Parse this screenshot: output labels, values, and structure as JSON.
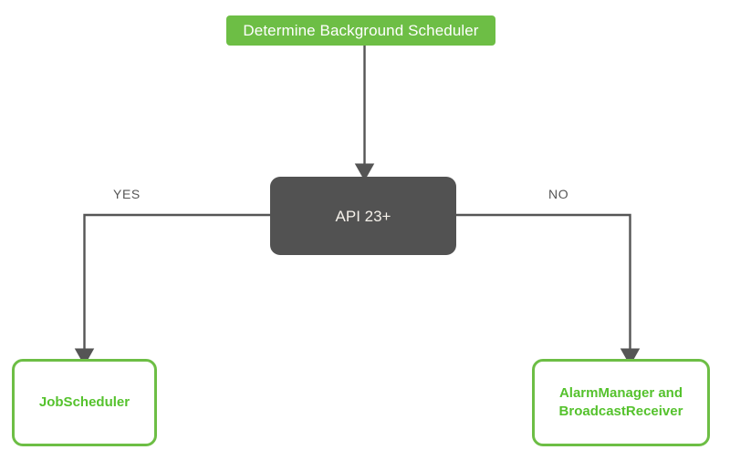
{
  "diagram": {
    "title": "Determine Background Scheduler decision flow",
    "colors": {
      "green_fill": "#6DBE45",
      "green_border": "#6DBE45",
      "green_text": "#55C22D",
      "dark_fill": "#525252",
      "connector": "#555555",
      "white_text": "#FFFFFF",
      "decision_text": "#F5F1EA",
      "background": "#FFFFFF"
    },
    "nodes": {
      "start": {
        "label": "Determine Background Scheduler",
        "shape": "rounded-rectangle",
        "role": "start"
      },
      "decision": {
        "label": "API 23+",
        "shape": "rounded-rectangle",
        "role": "decision"
      },
      "outcome_yes": {
        "label": "JobScheduler",
        "shape": "rounded-rectangle-outline",
        "role": "outcome"
      },
      "outcome_no": {
        "label": "AlarmManager and\nBroadcastReceiver",
        "shape": "rounded-rectangle-outline",
        "role": "outcome"
      }
    },
    "edges": {
      "start_to_decision": {
        "label": ""
      },
      "decision_to_yes": {
        "label": "YES"
      },
      "decision_to_no": {
        "label": "NO"
      }
    }
  }
}
